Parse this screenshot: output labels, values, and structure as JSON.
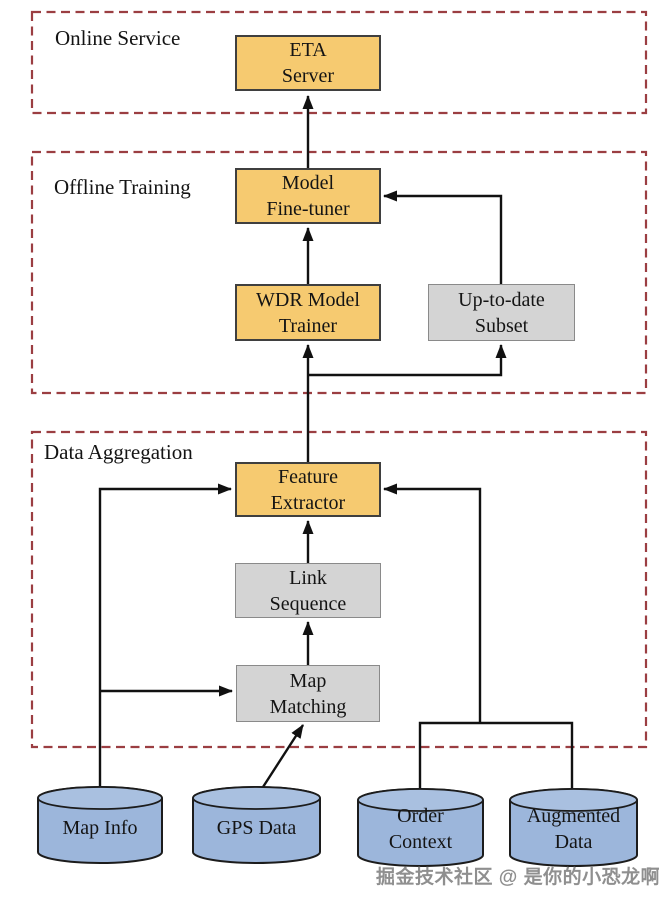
{
  "colors": {
    "section_border": "#9B3E42",
    "node_orange": "#F6CA70",
    "node_orange_border": "#3f3f3f",
    "node_gray": "#D4D4D4",
    "node_gray_border": "#8a8a8a",
    "cylinder_blue": "#9CB6DB",
    "cylinder_blue_top": "#A9C0E0",
    "cylinder_border": "#1c1c1c",
    "wire": "#111111",
    "text": "#141414",
    "watermark": "#8f8f8f"
  },
  "sections": {
    "online_service": {
      "label": "Online Service"
    },
    "offline_training": {
      "label": "Offline Training"
    },
    "data_aggregation": {
      "label": "Data Aggregation"
    }
  },
  "nodes": {
    "eta_server": {
      "l1": "ETA",
      "l2": "Server"
    },
    "model_fine_tuner": {
      "l1": "Model",
      "l2": "Fine-tuner"
    },
    "wdr_model_trainer": {
      "l1": "WDR Model",
      "l2": "Trainer"
    },
    "up_to_date_subset": {
      "l1": "Up-to-date",
      "l2": "Subset"
    },
    "feature_extractor": {
      "l1": "Feature",
      "l2": "Extractor"
    },
    "link_sequence": {
      "l1": "Link",
      "l2": "Sequence"
    },
    "map_matching": {
      "l1": "Map",
      "l2": "Matching"
    }
  },
  "datastores": {
    "map_info": {
      "l1": "Map Info"
    },
    "gps_data": {
      "l1": "GPS Data"
    },
    "order_context": {
      "l1": "Order",
      "l2": "Context"
    },
    "augmented_data": {
      "l1": "Augmented",
      "l2": "Data"
    }
  },
  "watermark": "掘金技术社区 @ 是你的小恐龙啊"
}
